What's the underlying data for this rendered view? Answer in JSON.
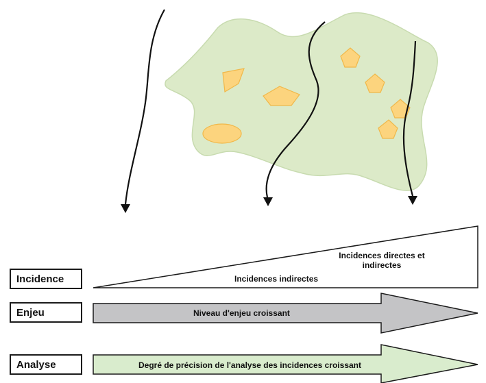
{
  "rows": {
    "incidence": {
      "label": "Incidence"
    },
    "enjeu": {
      "label": "Enjeu"
    },
    "analyse": {
      "label": "Analyse"
    }
  },
  "wedge": {
    "label_indirect": "Incidences indirectes",
    "label_direct": "Incidences directes et indirectes"
  },
  "enjeu_arrow": {
    "label": "Niveau d'enjeu croissant",
    "fill": "#c4c4c6"
  },
  "analyse_arrow": {
    "label": "Degré de précision de l'analyse des incidences croissant",
    "fill": "#d9eccd"
  },
  "map": {
    "territory_fill": "#dceac8",
    "feature_fill": "#fcd47e",
    "feature_stroke": "#f0b84a"
  }
}
